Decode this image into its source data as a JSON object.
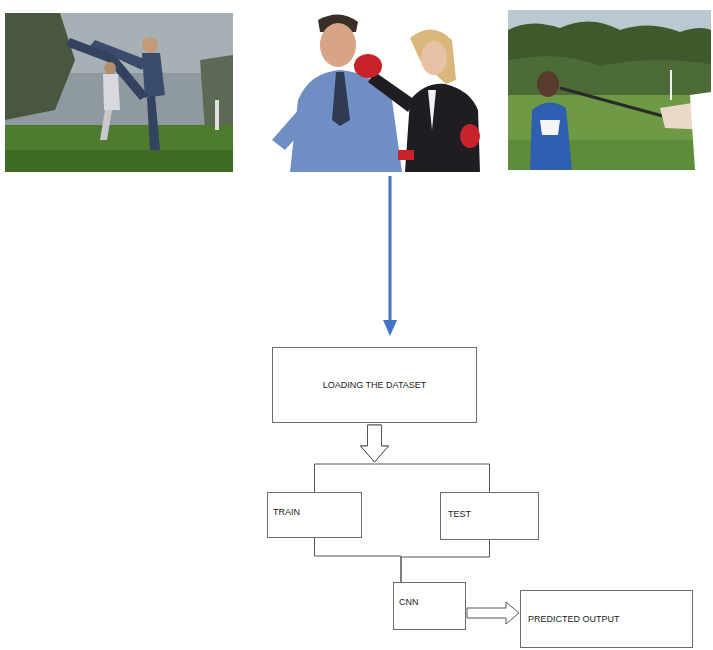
{
  "diagram": {
    "nodes": [
      {
        "text": [
          "LOADING THE DATASET"
        ]
      },
      {
        "text": [
          "TRAIN"
        ]
      },
      {
        "text": [
          "TEST"
        ]
      },
      {
        "text": [
          "CNN"
        ]
      },
      {
        "text": [
          "PREDICTED OUTPUT"
        ]
      }
    ],
    "edges": [
      {
        "from": 0,
        "to": 1,
        "arrow": "to"
      },
      {
        "from": 0,
        "to": 2,
        "arrow": "to"
      },
      {
        "from": 1,
        "to": 3,
        "arrow": "none"
      },
      {
        "from": 2,
        "to": 3,
        "arrow": "none"
      },
      {
        "from": 3,
        "to": 4,
        "arrow": "to"
      }
    ]
  }
}
